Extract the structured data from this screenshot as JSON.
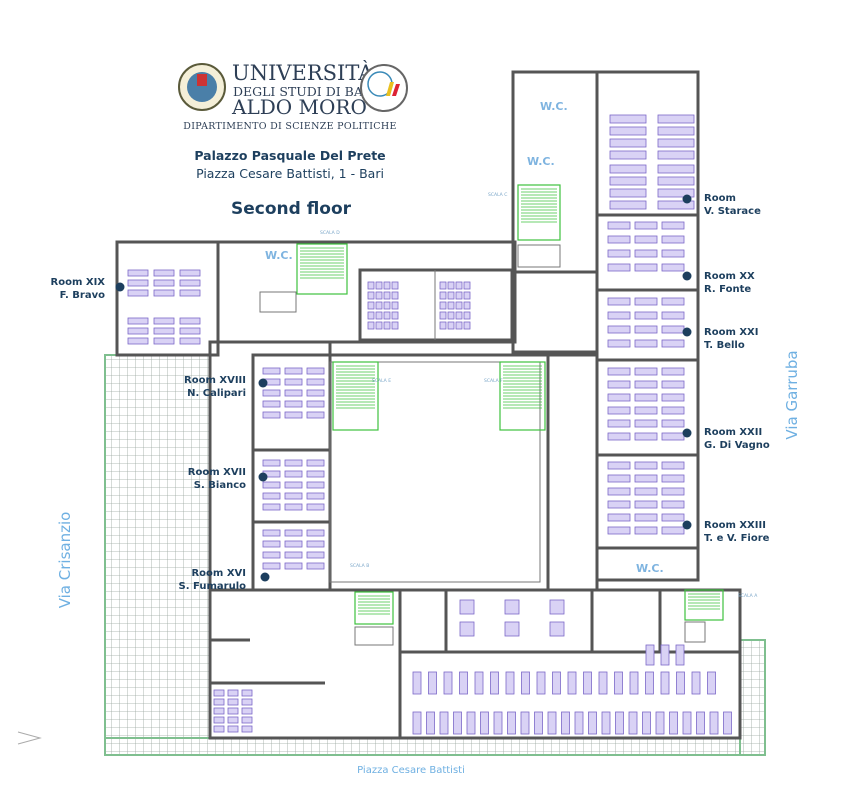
{
  "header": {
    "university_line1": "UNIVERSITÀ",
    "university_line2": "DEGLI STUDI DI BARI",
    "university_line3": "ALDO MORO",
    "department": "DIPARTIMENTO DI SCIENZE POLITICHE",
    "building": "Palazzo Pasquale Del Prete",
    "address": "Piazza Cesare Battisti, 1 - Bari",
    "floor": "Second floor"
  },
  "streets": {
    "left": "Via Crisanzio",
    "right": "Via Garruba",
    "bottom": "Piazza Cesare Battisti"
  },
  "rooms": [
    {
      "id": "xix",
      "name": "Room XIX",
      "person": "F. Bravo"
    },
    {
      "id": "xviii",
      "name": "Room XVIII",
      "person": "N. Calipari"
    },
    {
      "id": "xvii",
      "name": "Room XVII",
      "person": "S. Bianco"
    },
    {
      "id": "xvi",
      "name": "Room XVI",
      "person": "S. Fumarulo"
    },
    {
      "id": "starace",
      "name": "Room",
      "person": "V. Starace"
    },
    {
      "id": "xx",
      "name": "Room XX",
      "person": "R. Fonte"
    },
    {
      "id": "xxi",
      "name": "Room XXI",
      "person": "T. Bello"
    },
    {
      "id": "xxii",
      "name": "Room XXII",
      "person": "G. Di Vagno"
    },
    {
      "id": "xxiii",
      "name": "Room XXIII",
      "person": "T. e V. Fiore"
    }
  ],
  "restrooms": [
    "W.C.",
    "W.C.",
    "W.C.",
    "W.C."
  ],
  "stairs": [
    "SCALA A",
    "SCALA B",
    "SCALA C",
    "SCALA D",
    "SCALA E",
    "SCALA F"
  ],
  "colors": {
    "room_dot": "#1d3f5e",
    "stairs": "#3ec23e",
    "furniture": "#7b68c8",
    "terrace": "#9aa6a0",
    "street": "#6fb0e2"
  }
}
